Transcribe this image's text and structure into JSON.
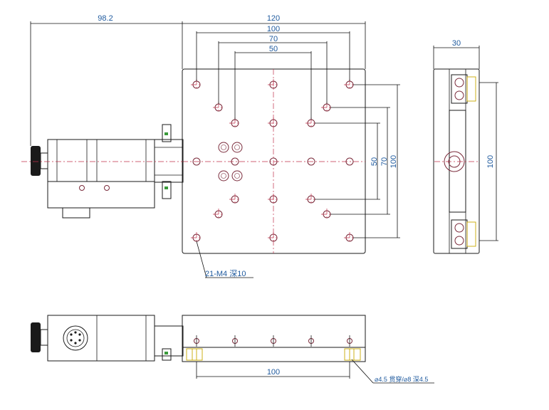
{
  "dimensions": {
    "overall_with_motor": "98.2",
    "plate_width": "120",
    "hole_pitch_100": "100",
    "hole_pitch_70": "70",
    "hole_pitch_50": "50",
    "side_width": "30",
    "side_height": "100",
    "vertical_50": "50",
    "vertical_70": "70",
    "vertical_100": "100",
    "bottom_pitch": "100"
  },
  "notes": {
    "tapped_holes": "21-M4 深10",
    "counterbore": "⌀4.5 贯穿/⌀8 深4.5"
  },
  "colors": {
    "dimension_text": "#1f5a9e",
    "center_line": "#c0304a",
    "hole": "#7a2a3a",
    "bolt_highlight": "#c9a800"
  }
}
